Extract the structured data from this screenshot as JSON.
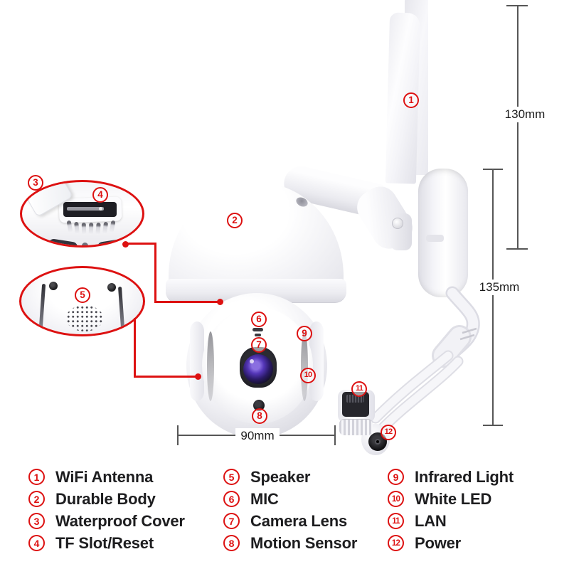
{
  "colors": {
    "accent_red": "#dd1111",
    "dimension_line": "#565656",
    "text": "#1d1d1f",
    "led_yellow": "#e8c71e",
    "lens_purple": "#5436b8"
  },
  "dimensions": {
    "antenna_height": "130mm",
    "body_height": "135mm",
    "body_width": "90mm"
  },
  "legend": {
    "items": [
      {
        "num": "1",
        "label": "WiFi Antenna"
      },
      {
        "num": "2",
        "label": "Durable Body"
      },
      {
        "num": "3",
        "label": "Waterproof Cover"
      },
      {
        "num": "4",
        "label": "TF Slot/Reset"
      },
      {
        "num": "5",
        "label": "Speaker"
      },
      {
        "num": "6",
        "label": "MIC"
      },
      {
        "num": "7",
        "label": "Camera Lens"
      },
      {
        "num": "8",
        "label": "Motion Sensor"
      },
      {
        "num": "9",
        "label": "Infrared Light"
      },
      {
        "num": "10",
        "label": "White LED"
      },
      {
        "num": "11",
        "label": "LAN"
      },
      {
        "num": "12",
        "label": "Power"
      }
    ]
  }
}
